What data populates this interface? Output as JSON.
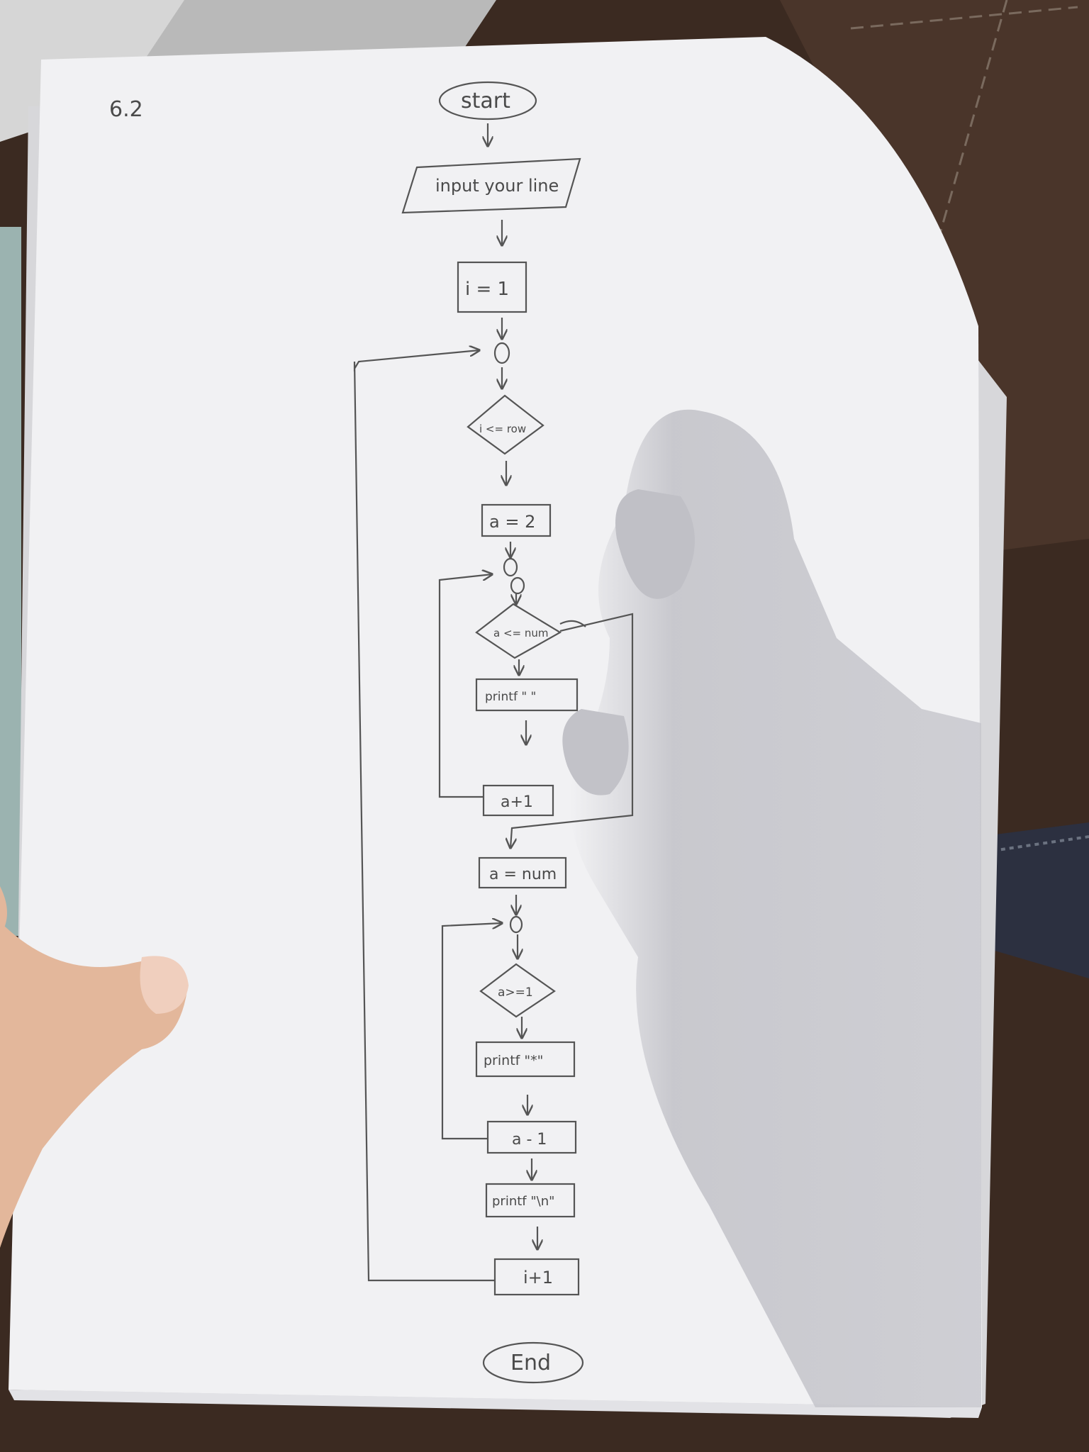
{
  "page": {
    "number": "6.2"
  },
  "flowchart": {
    "start": "start",
    "input": "input your line",
    "init_i": "i = 1",
    "cond_outer": "i <= row",
    "init_a_space": "a = 2",
    "cond_space": "a <= num",
    "print_space": "printf \" \"",
    "inc_a": "a+1",
    "init_a_star": "a = num",
    "cond_star": "a>=1",
    "print_star": "printf \"*\"",
    "dec_a": "a - 1",
    "print_newline": "printf \"\\n\"",
    "inc_i": "i+1",
    "end": "End"
  },
  "colors": {
    "paper": "#f1f1f3",
    "pencil": "#555555",
    "background": "#3a2a22",
    "shadow": "#c9c9cf"
  }
}
